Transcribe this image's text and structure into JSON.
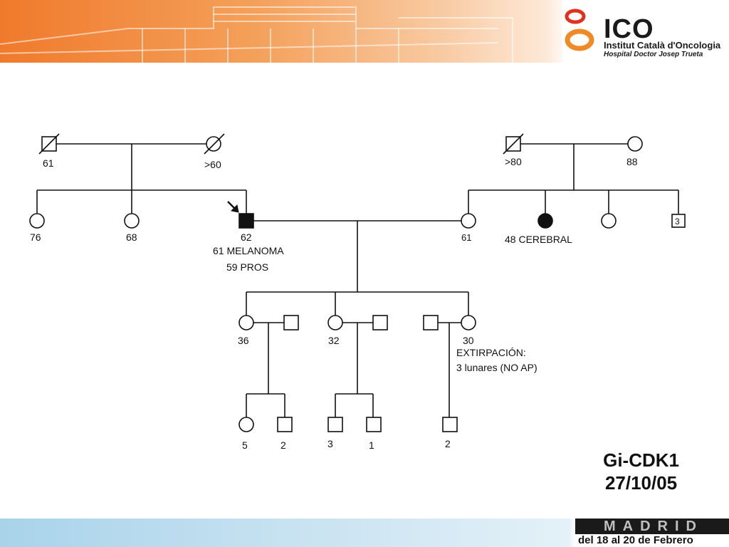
{
  "header": {
    "logo_text": "ICO",
    "institution": "Institut Català d'Oncologia",
    "hospital": "Hospital Doctor Josep Trueta"
  },
  "footer": {
    "city": "MADRID",
    "dates": "del 18 al 20 de Febrero"
  },
  "stamp": {
    "code": "Gi-CDK1",
    "date": "27/10/05"
  },
  "pedigree": {
    "labels": {
      "pgf_age": "61",
      "pgm_age": ">60",
      "mgf_age": ">80",
      "mgm_age": "88",
      "aunt1_age": "76",
      "aunt2_age": "68",
      "proband_age": "62",
      "proband_dx1": "61 MELANOMA",
      "proband_dx2": "59 PROS",
      "mother_age": "61",
      "maunt_dx": "48 CEREBRAL",
      "muncle_count": "3",
      "child1_age": "36",
      "child2_age": "32",
      "child3_age": "30",
      "child3_note1": "EXTIRPACIÓN:",
      "child3_note2": "3 lunares  (NO AP)",
      "gc1_age": "5",
      "gc2_age": "2",
      "gc3_age": "3",
      "gc4_age": "1",
      "gc5_age": "2"
    }
  }
}
